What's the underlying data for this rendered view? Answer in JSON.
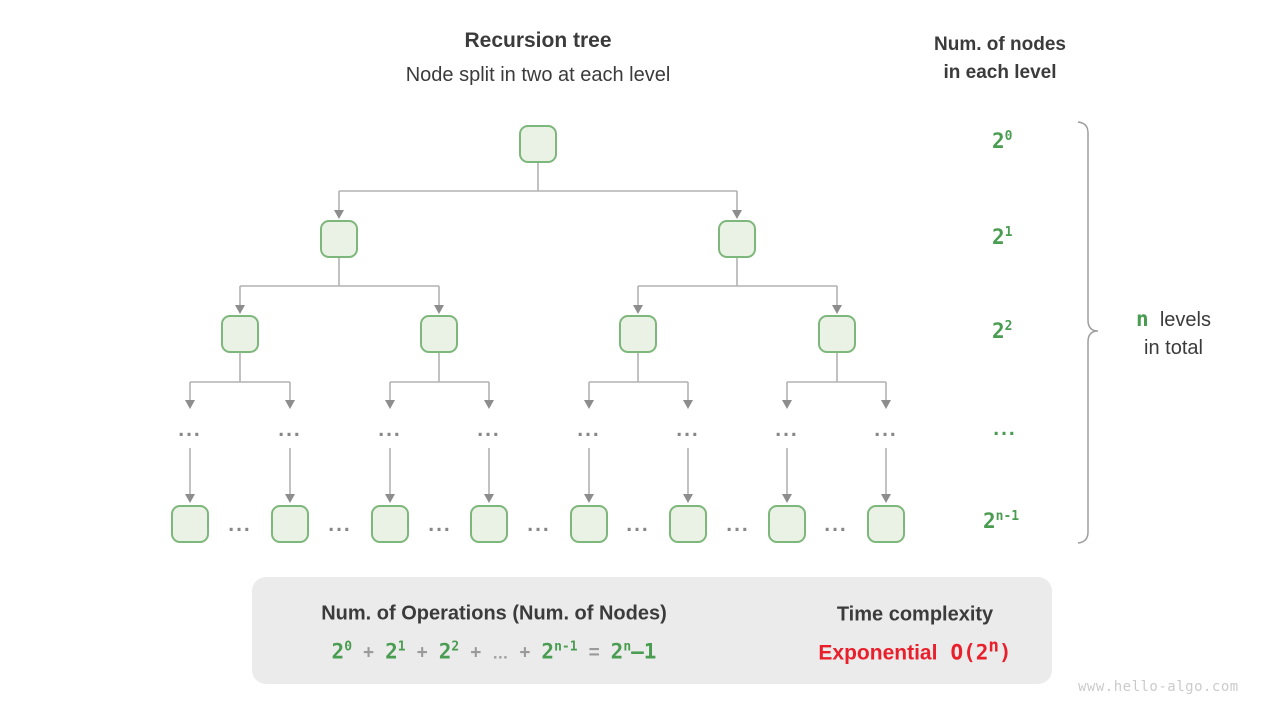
{
  "header": {
    "title": "Recursion tree",
    "subtitle": "Node split in two at each level",
    "right_line1": "Num. of nodes",
    "right_line2": "in each level"
  },
  "level_labels": {
    "l0": {
      "base": "2",
      "sup": "0"
    },
    "l1": {
      "base": "2",
      "sup": "1"
    },
    "l2": {
      "base": "2",
      "sup": "2"
    },
    "l3": {
      "dots": "..."
    },
    "l4": {
      "base": "2",
      "sup": "n-1"
    }
  },
  "bracket": {
    "n": "n",
    "levels_word": "levels",
    "line2": "in total"
  },
  "tree": {
    "ellipsis": "..."
  },
  "summary": {
    "left_title": "Num. of Operations (Num. of Nodes)",
    "formula": {
      "b0": "2",
      "s0": "0",
      "plus": "+",
      "b1": "2",
      "s1": "1",
      "b2": "2",
      "s2": "2",
      "dots": "…",
      "b3": "2",
      "s3": "n-1",
      "eq": "=",
      "b4": "2",
      "s4": "n",
      "tail": "–1"
    },
    "right_title": "Time complexity",
    "complexity_word": "Exponential",
    "complexity_expr": {
      "open": "O(2",
      "sup": "n",
      "close": ")"
    }
  },
  "watermark": "www.hello-algo.com",
  "colors": {
    "green": "#4a9c51",
    "red": "#e9202c",
    "dark": "#3b3b3b",
    "node_fill": "#e9f2e5",
    "node_border": "#7eb77b",
    "line": "#b2b2b2",
    "arrow": "#8d8d8d",
    "dots": "#878787",
    "gray_op": "#9a9a9a",
    "box_bg": "#ebebeb",
    "brace": "#9e9e9e",
    "watermark": "#cbcbcb",
    "block_arrow": "#c3c3c3"
  }
}
